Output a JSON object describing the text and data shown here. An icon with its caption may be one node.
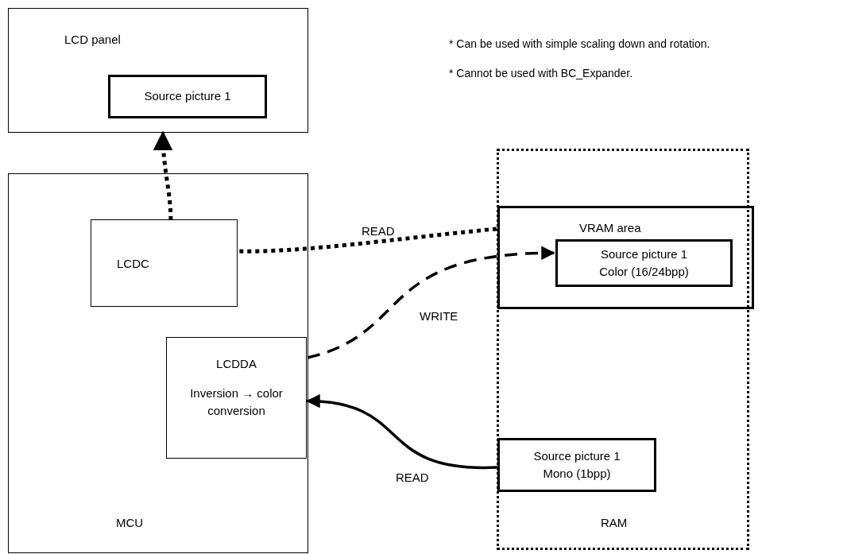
{
  "diagram": {
    "nodes": [
      {
        "text": [
          "LCD panel"
        ]
      },
      {
        "text": [
          "Source picture 1"
        ],
        "in": 0
      },
      {
        "text": [
          "MCU"
        ]
      },
      {
        "text": [
          "LCDC"
        ],
        "in": 2
      },
      {
        "text": [
          "LCDDA",
          "Inversion → color conversion"
        ],
        "in": 2
      },
      {
        "text": [
          "RAM"
        ]
      },
      {
        "text": [
          "VRAM area"
        ],
        "in": 5
      },
      {
        "text": [
          "Source picture 1",
          "Color (16/24bpp)"
        ],
        "in": 6
      },
      {
        "text": [
          "Source picture 1",
          "Mono (1bpp)"
        ],
        "in": 5
      }
    ],
    "edges": [
      {
        "from": 6,
        "to": 3,
        "arrow": "none",
        "style": "dashed",
        "label": "READ"
      },
      {
        "from": 3,
        "to": 0,
        "arrow": "to",
        "style": "dashed"
      },
      {
        "from": 4,
        "to": 7,
        "arrow": "to",
        "style": "dashed",
        "label": "WRITE"
      },
      {
        "from": 8,
        "to": 4,
        "arrow": "to",
        "label": "READ"
      }
    ],
    "labels": [
      "* Can be used with simple scaling down and rotation.",
      "* Cannot be used with BC_Expander."
    ]
  }
}
